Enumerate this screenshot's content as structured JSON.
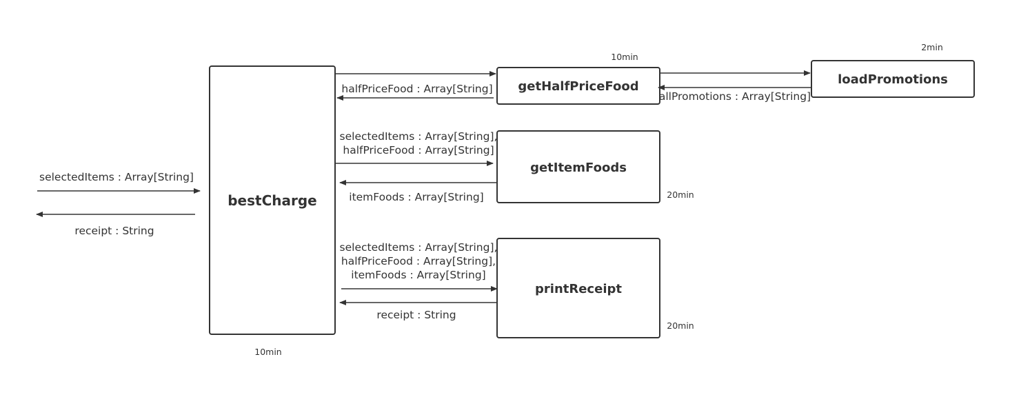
{
  "nodes": {
    "best_charge": {
      "label": "bestCharge",
      "time": "10min"
    },
    "get_half_price_food": {
      "label": "getHalfPriceFood",
      "time": "10min"
    },
    "load_promotions": {
      "label": "loadPromotions",
      "time": "2min"
    },
    "get_item_foods": {
      "label": "getItemFoods",
      "time": "20min"
    },
    "print_receipt": {
      "label": "printReceipt",
      "time": "20min"
    }
  },
  "edges": {
    "input": {
      "label": "selectedItems : Array[String]"
    },
    "output": {
      "label": "receipt : String"
    },
    "half_price_return": {
      "label": "halfPriceFood : Array[String]"
    },
    "promotions_return": {
      "label": "allPromotions : Array[String]"
    },
    "item_foods_call": {
      "lines": [
        "selectedItems : Array[String],",
        "halfPriceFood : Array[String]"
      ]
    },
    "item_foods_return": {
      "label": "itemFoods : Array[String]"
    },
    "print_receipt_call": {
      "lines": [
        "selectedItems : Array[String],",
        "halfPriceFood : Array[String],",
        "itemFoods : Array[String]"
      ]
    },
    "print_receipt_return": {
      "label": "receipt : String"
    }
  }
}
